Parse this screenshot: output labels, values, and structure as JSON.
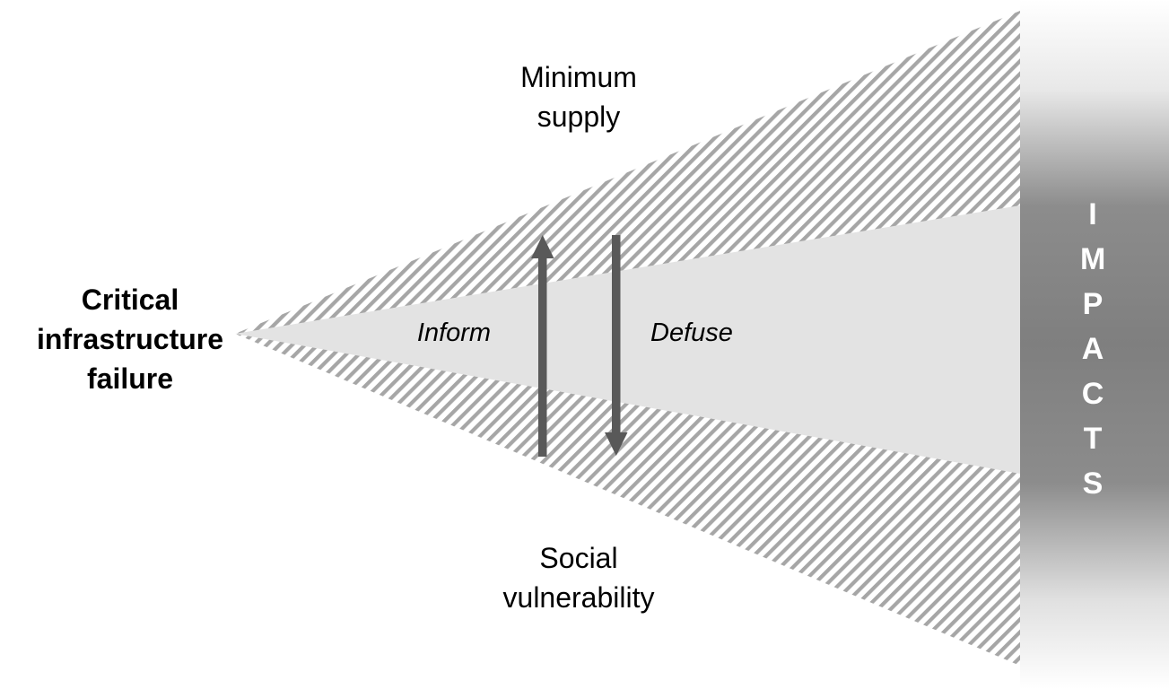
{
  "source": {
    "label_line1": "Critical",
    "label_line2": "infrastructure",
    "label_line3": "failure"
  },
  "upper": {
    "label_line1": "Minimum",
    "label_line2": "supply"
  },
  "lower": {
    "label_line1": "Social",
    "label_line2": "vulnerability"
  },
  "flows": {
    "up_label": "Inform",
    "down_label": "Defuse"
  },
  "impacts": {
    "label": "IMPACTS",
    "letters": [
      "I",
      "M",
      "P",
      "A",
      "C",
      "T",
      "S"
    ]
  },
  "colors": {
    "hatch_stripe": "#a6a6a6",
    "inner_band": "#e3e3e3",
    "arrow": "#595959",
    "impacts_dark": "#7f7f7f",
    "impacts_light": "#ffffff",
    "text": "#000000",
    "impacts_text": "#ffffff"
  }
}
